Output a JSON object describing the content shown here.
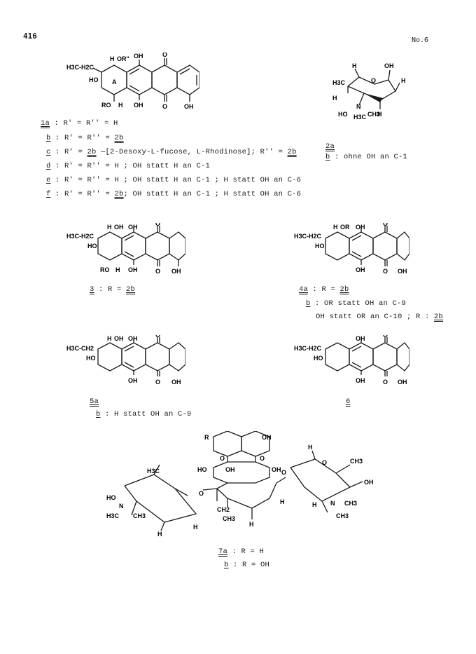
{
  "header": {
    "page_number": "416",
    "issue": "No.6"
  },
  "compound_1": {
    "variants": [
      {
        "id": "1a",
        "text": " : R' = R'' = H"
      },
      {
        "id": "b",
        "text": " : R' = R'' = ",
        "ref": "2b"
      },
      {
        "id": "c",
        "text": " : R' = ",
        "ref": "2b",
        "text2": " —[2-Desoxy-L-fucose, L-Rhodinose]; R'' = ",
        "ref2": "2b"
      },
      {
        "id": "d",
        "text": " : R' = R'' = H ; OH statt H an C-1"
      },
      {
        "id": "e",
        "text": " : R' = R'' = H ; OH statt H an C-1 ; H statt OH an C-6"
      },
      {
        "id": "f",
        "text": " : R' = R'' = ",
        "ref": "2b",
        "text2": "; OH statt H an C-1 ; H statt OH an C-6"
      }
    ],
    "atom_labels": [
      "H",
      "OR''",
      "OH",
      "O",
      "H3C-H2C",
      "HO",
      "A",
      "RO",
      "H",
      "OH",
      "O",
      "OH"
    ]
  },
  "compound_2": {
    "label_a": "2a",
    "label_b": "b",
    "text_b": " : ohne OH an C-1",
    "atom_labels": [
      "H",
      "OH",
      "H3C",
      "O",
      "H",
      "H",
      "H",
      "N",
      "HO",
      "H3C",
      "CH3",
      "H"
    ]
  },
  "compound_3": {
    "label": "3",
    "text": " : R = ",
    "ref": "2b"
  },
  "compound_4": {
    "label_a": "4a",
    "text_a": " : R = ",
    "ref_a": "2b",
    "label_b": "b",
    "text_b1": " : OR statt OH an C-9",
    "text_b2": "OH statt OR an C-10 ; R : ",
    "ref_b2": "2b"
  },
  "compound_5": {
    "label_a": "5a",
    "label_b": "b",
    "text_b": " : H statt OH an C-9"
  },
  "compound_6": {
    "label": "6"
  },
  "compound_7": {
    "label_a": "7a",
    "text_a": " : R = H",
    "label_b": "b",
    "text_b": " : R = OH"
  },
  "struct_labels": {
    "ethyl": "H3C-H2C",
    "ethyl_b": "H3C-CH2",
    "oh": "OH",
    "ho": "HO",
    "o": "O",
    "h": "H",
    "r": "R",
    "ro": "RO",
    "or": "OR",
    "n": "N",
    "ch3": "CH3",
    "h3c": "H3C",
    "ch2": "CH2"
  }
}
